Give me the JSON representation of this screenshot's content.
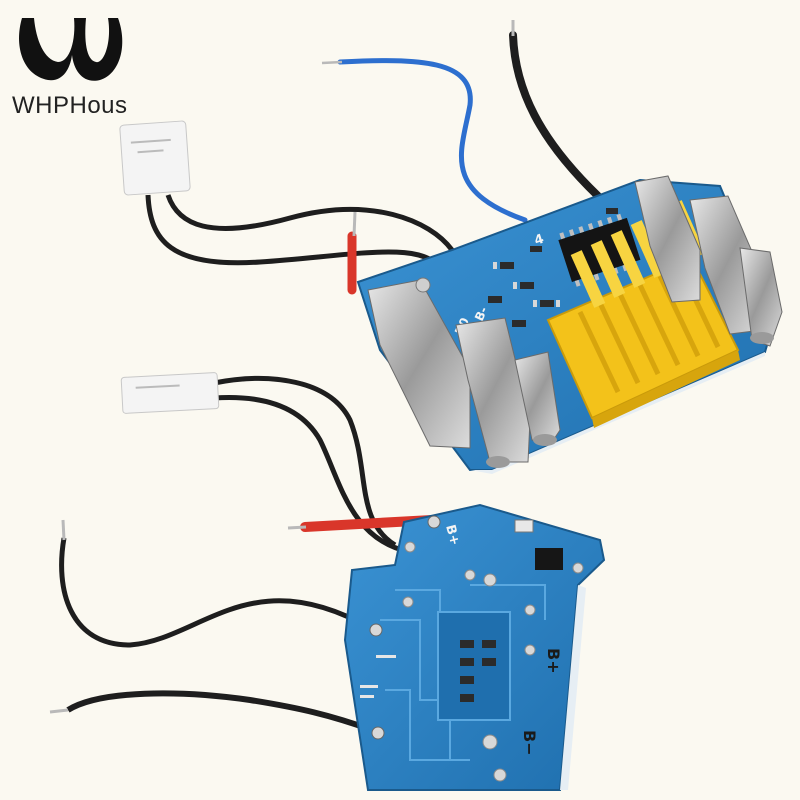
{
  "brand": {
    "name": "WHPHous"
  },
  "top_board": {
    "labels": {
      "pin_a": "4",
      "pin_b": "B-",
      "pin_c": "B0"
    }
  },
  "bottom_board": {
    "labels": {
      "b_plus_top": "B+",
      "b_plus_side": "B+",
      "b_minus": "B−"
    }
  },
  "colors": {
    "background": "#fbf9f1",
    "pcb_blue": "#2a7fbf",
    "connector_yellow": "#f3c21a",
    "wire_black": "#1e1e1e",
    "wire_blue": "#2d6fcf",
    "wire_red": "#d9362a"
  },
  "icons": {
    "logo": "brand-logo-icon"
  }
}
